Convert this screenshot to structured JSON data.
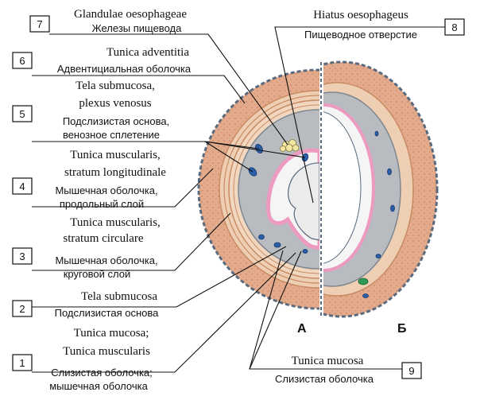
{
  "labels": [
    {
      "num": "7",
      "latin": [
        "Glandulae oesophageae"
      ],
      "russian": [
        "Железы пищевода"
      ]
    },
    {
      "num": "6",
      "latin": [
        "Tunica adventitia"
      ],
      "russian": [
        "Адвентициальная оболочка"
      ]
    },
    {
      "num": "5",
      "latin": [
        "Tela submucosa,",
        "plexus venosus"
      ],
      "russian": [
        "Подслизистая основа,",
        "венозное сплетение"
      ]
    },
    {
      "num": "4",
      "latin": [
        "Tunica muscularis,",
        "stratum longitudinale"
      ],
      "russian": [
        "Мышечная оболочка,",
        "продольный слой"
      ]
    },
    {
      "num": "3",
      "latin": [
        "Tunica muscularis,",
        "stratum circulare"
      ],
      "russian": [
        "Мышечная оболочка,",
        "круговой слой"
      ]
    },
    {
      "num": "2",
      "latin": [
        "Tela submucosa"
      ],
      "russian": [
        "Подслизистая основа"
      ]
    },
    {
      "num": "1",
      "latin": [
        "Tunica mucosa;",
        "Tunica muscularis"
      ],
      "russian": [
        "Слизистая оболочка;",
        "мышечная оболочка"
      ]
    },
    {
      "num": "8",
      "latin": [
        "Hiatus oesophageus"
      ],
      "russian": [
        "Пищеводное отверстие"
      ]
    },
    {
      "num": "9",
      "latin": [
        "Tunica mucosa"
      ],
      "russian": [
        "Слизистая оболочка"
      ]
    }
  ],
  "panels": {
    "a": "А",
    "b": "Б"
  },
  "colors": {
    "adventitia": "#e3ab8c",
    "muscle": "#eecfb4",
    "submucosa": "#b8bcc0",
    "mucosa_line": "#ec9ac0",
    "lumen": "#ececec",
    "vein": "#2a5fa8",
    "gland": "#f3e7a6",
    "outline": "#5a6a7e"
  }
}
